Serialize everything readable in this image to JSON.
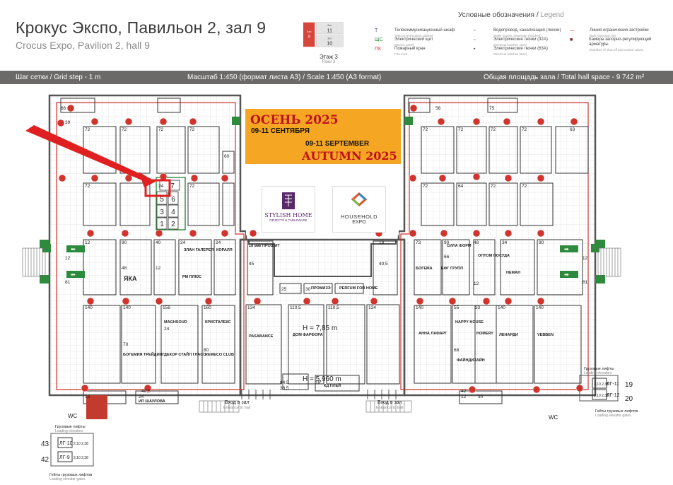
{
  "header": {
    "title_ru": "Крокус Экспо, Павильон 2, зал 9",
    "title_en": "Crocus Expo, Pavilion 2, hall 9"
  },
  "floor": {
    "cell_top_small": "Зал",
    "cell_top_num": "11",
    "cell_bottom_small": "Зал",
    "cell_bottom_num": "10",
    "cell_left_small": "Зал",
    "cell_left_num": "9",
    "label_ru": "Этаж 3",
    "label_en": "Floor 3"
  },
  "legend": {
    "title_ru": "Условные обозначения /",
    "title_en": "Legend",
    "items_left": [
      {
        "symbol": "Т",
        "ru": "Телекоммуникационный шкаф",
        "en": "Telecommunication cabinet",
        "color": "#5a3b8a"
      },
      {
        "symbol": "ЩС",
        "ru": "Электрический щит",
        "en": "Electric panel",
        "color": "#2e8b3d"
      },
      {
        "symbol": "ПК",
        "ru": "Пожарный кран",
        "en": "Fire cock",
        "color": "#d0342c"
      }
    ],
    "items_mid": [
      {
        "ru": "Водопровод, канализация (лючки)",
        "en": "Water supply, sewerage (hatches)"
      },
      {
        "ru": "Электрические лючки (32А)",
        "en": "Electrical hatches (32A)"
      },
      {
        "ru": "Электрические лючки (63А)",
        "en": "Electrical hatches (63A)"
      }
    ],
    "items_right": [
      {
        "ru": "Линия ограничения застройки",
        "en": "Built restriction line"
      },
      {
        "ru": "Камера запорно-регулирующей арматуры",
        "en": "Chamber of shut-off and control valves"
      }
    ]
  },
  "bar": {
    "grid": "Шаг сетки / Grid step - 1 m",
    "scale": "Масштаб 1:450 (формат листа А3) / Scale 1:450 (A3 format)",
    "area": "Общая площадь зала / Total hall space - 9 742 m²"
  },
  "event": {
    "season_ru": "ОСЕНЬ 2025",
    "dates_ru": "09-11 СЕНТЯБРЯ",
    "dates_en": "09-11 SEPTEMBER",
    "season_en": "AUTUMN 2025"
  },
  "logos": {
    "stylish_1": "STYLISH HOME",
    "stylish_2": "OBJECTS & TABLEWARE",
    "house_1": "HOUSEHOLD",
    "house_2": "EXPO"
  },
  "hall_labels": {
    "height_1": "H = 7,85 m",
    "height_2": "H = 5,960 m",
    "entrance_ru": "Вход в зал",
    "entrance_en": "Entrance to hall",
    "wc": "WC",
    "freight_ru": "Грузовые лифты",
    "freight_en": "Loading elevators",
    "gates_ru": "Гейты грузовых лифтов",
    "gates_en": "Loading elevator gates"
  },
  "elevators": [
    {
      "id": "ЛГ-10",
      "dims": "2,10 2,38",
      "num": "43"
    },
    {
      "id": "ЛГ-9",
      "dims": "2,10 2,38",
      "num": "42"
    },
    {
      "id": "ЛГ-11",
      "dims": "2,10 2,38",
      "num": "19"
    },
    {
      "id": "ЛГ-12",
      "dims": "2,10 2,38",
      "num": "20"
    }
  ],
  "exhibitors": {
    "yaka": "ЯКА",
    "zlan": "ЗЛАН ГАЛЕРЕЯ",
    "rm": "РМ ПЛЮС",
    "koral": "КОРАЛЛ",
    "magnsoud": "MAGHSOUD",
    "kristal": "КРИСТАЛЕКС",
    "bogemia": "БОГЕМИЯ ТРЕЙДИНГ",
    "dekor": "ДЕКОР СТАЙЛ ГЛАСС",
    "remeco": "REMECO CLUB",
    "pasabance": "PASABANCE",
    "dom": "ДОМ ФАРФОРА",
    "promiz": "ПРОМИЗЭ",
    "perfum": "PERFUM FOR HOME",
    "proshit": "18 мак ПРОШИТ",
    "bogema": "БОГЕМА",
    "sila": "СИЛА ФОРМ",
    "optim": "ОПТОМ ПОСУДА",
    "neman": "НЕМАН",
    "anna": "АННА ЛАФАРГ",
    "happy": "HAPPY HOUSE",
    "homery": "HOMERY",
    "lenardi": "ЛЕНАРДИ",
    "vebben": "VEBBEN",
    "fanzhi": "ФАЙНДИЗАЙН",
    "ip": "ИП ШАУЛОВА",
    "kd": "КД ПЛЕЙ",
    "efg": "ЕФГ ГРУПП"
  }
}
